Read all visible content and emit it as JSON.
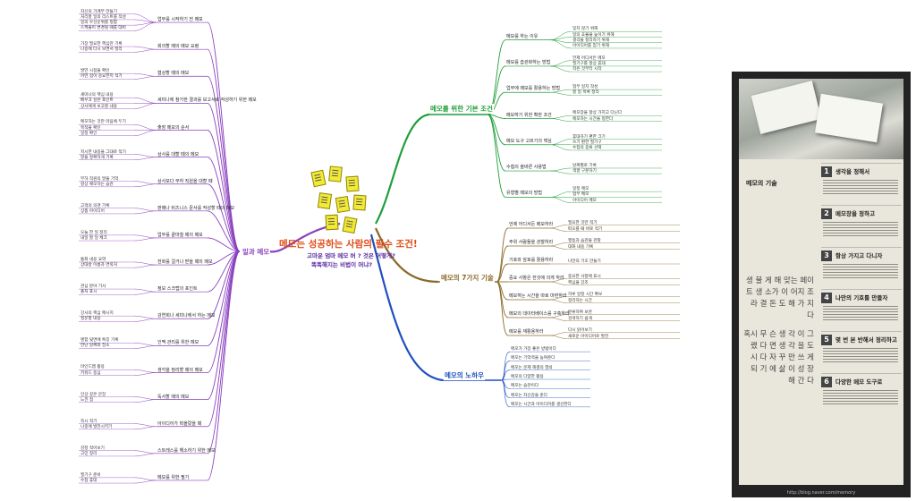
{
  "center": {
    "title": "메모는 성공하는 사람의 필수 조건!",
    "sub1": "고마운 엄마 메모 버 ? 것은 어떻게?",
    "sub2": "똑똑해지는 비법이 머냐?"
  },
  "branches": [
    {
      "name": "일과 메모",
      "color": "#8a3fbf",
      "side": "left"
    },
    {
      "name": "메모를 위한 기본 조건",
      "color": "#1f9e3a",
      "side": "right"
    },
    {
      "name": "메모의 7가지 기술",
      "color": "#8a6a2a",
      "side": "right"
    },
    {
      "name": "메모의 노하우",
      "color": "#1f4fbf",
      "side": "right"
    }
  ],
  "left_groups": [
    {
      "label": "업무를 시작하기 전 메모",
      "items": [
        "자신의 가계부 만들기",
        "처리할 일의 리스트를 작성",
        "일의 우선순위를 정함",
        "스케줄이 변경될 때를 대비"
      ]
    },
    {
      "label": "회의할 때의 메모 요령",
      "items": [
        "가장 필요한 핵심만 기록",
        "나중에 다시 보면서 정리"
      ]
    },
    {
      "label": "협상할 때의 메모",
      "items": [
        "발언 시점을 확인",
        "어떤 점이 중요한지 적기"
      ]
    },
    {
      "label": "세미나에 참가한 결과를 보고서로 작성하기 위한 메모",
      "items": [
        "세미나의 핵심 내용",
        "배우고 싶은 포인트",
        "상사에게 보고할 내용"
      ]
    },
    {
      "label": "출장 메모의 순서",
      "items": [
        "메모하는 것만 마음에 두기",
        "목적을 확인",
        "일정 확인"
      ]
    },
    {
      "label": "상사를 대할 때의 메모",
      "items": [
        "지시한 내용을 그대로 적기",
        "말을 정확하게 기록"
      ]
    },
    {
      "label": "상사보다 부하 직원을 대할 때",
      "items": [
        "부하 직원의 말을 기억",
        "항상 메모하는 습관"
      ]
    },
    {
      "label": "판매나 비즈니스 문서를 작성할 때의 메모",
      "items": [
        "고객의 의견 기록",
        "상품 아이디어"
      ]
    },
    {
      "label": "업무를 끝마칠 때의 메모",
      "items": [
        "오늘 한 일 정리",
        "내일 할 일 체크"
      ]
    },
    {
      "label": "전화를 걸거나 받을 때의 메모",
      "items": [
        "통화 내용 요약",
        "상대방 이름과 연락처"
      ]
    },
    {
      "label": "정보 스크랩의 포인트",
      "items": [
        "관심 분야 기사",
        "출처 표시"
      ]
    },
    {
      "label": "강연회나 세미나에서 하는 메모",
      "items": [
        "강사의 핵심 메시지",
        "질문할 내용"
      ]
    },
    {
      "label": "인맥 관리를 위한 메모",
      "items": [
        "명함 뒷면에 특징 기록",
        "만난 날짜와 장소"
      ]
    },
    {
      "label": "생각을 정리할 때의 메모",
      "items": [
        "마인드맵 활용",
        "키워드 중심"
      ]
    },
    {
      "label": "독서할 때의 메모",
      "items": [
        "인상 깊은 문장",
        "느낀 점"
      ]
    },
    {
      "label": "아이디어가 떠올랐을 때",
      "items": [
        "즉시 적기",
        "나중에 발전시키기"
      ]
    },
    {
      "label": "스트레스를 해소하기 위한 메모",
      "items": [
        "감정 적어보기",
        "고민 정리"
      ]
    },
    {
      "label": "메모를 위한 필기",
      "items": [
        "필기구 준비",
        "수첩 휴대"
      ]
    }
  ],
  "green_groups": [
    {
      "label": "메모를 하는 이유",
      "items": [
        "잊지 않기 위해",
        "일의 효율을 높이기 위해",
        "생각을 정리하기 위해",
        "아이디어를 얻기 위해"
      ]
    },
    {
      "label": "메모를 습관화하는 방법",
      "items": [
        "언제 어디서든 메모",
        "필기구를 항상 휴대",
        "작은 것부터 시작"
      ]
    },
    {
      "label": "업무에 메모를 활용하는 방법",
      "items": [
        "업무 일지 작성",
        "할 일 목록 정리"
      ]
    },
    {
      "label": "메모하기 위한 확한 조건",
      "items": [
        "메모장을 항상 가지고 다닌다",
        "메모하는 시간을 정한다"
      ]
    },
    {
      "label": "메모 도구 고르기의 핵심",
      "items": [
        "휴대하기 편한 크기",
        "쓰기 편한 필기구",
        "수첩의 종류 선택"
      ]
    },
    {
      "label": "수첩의 올바른 사용법",
      "items": [
        "날짜별로 기록",
        "색깔 구분하기"
      ]
    },
    {
      "label": "유형별 메모의 방법",
      "items": [
        "일정 메모",
        "업무 메모",
        "아이디어 메모"
      ]
    }
  ],
  "brown_groups": [
    {
      "label": "언제 어디서든 메모하라",
      "items": [
        "필요한 것만 적기",
        "떠오를 때 바로 적기"
      ]
    },
    {
      "label": "주위 사람들을 관찰하라",
      "items": [
        "행동과 습관을 관찰",
        "대화 내용 기록"
      ]
    },
    {
      "label": "기호와 암호를 활용하라",
      "items": [
        "나만의 기호 만들기"
      ]
    },
    {
      "label": "중요 사항은 한것에 의게 하라",
      "items": [
        "중요한 사항에 표시",
        "핵심을 강조"
      ]
    },
    {
      "label": "메모하는 시간을 따로 마련하라",
      "items": [
        "하루 일정 시간 확보",
        "정리하는 시간"
      ]
    },
    {
      "label": "메모의 데이터베이스를 구축하라",
      "items": [
        "분류하여 보관",
        "검색하기 쉽게"
      ]
    },
    {
      "label": "메모를 재활용하라",
      "items": [
        "다시 읽어보기",
        "새로운 아이디어로 발전"
      ]
    }
  ],
  "blue_items": [
    "메모가 가장 좋은 방법이다",
    "메모는 기억력을 높여준다",
    "메모는 문제 해결의 열쇠",
    "메모의 다양한 활용",
    "메모는 습관이다",
    "메모는 자신감을 준다",
    "메모는 시간과 아이디어를 생산한다"
  ],
  "poster": {
    "small_title": "메모의 기술",
    "quote1": "생 불 게 해 맞는 페이트 생 소가 이 어지 조 라 결 돈 도 해 가 지 다",
    "quote2": "혹시 무 슨 생 각 이 그 랬 다 면 생 각 을 도 시 다 자 꾸 만 쓰 게 되 기 에 삶 이 성 장 해 간 다",
    "items": [
      {
        "num": "1",
        "title": "생각을 정해서"
      },
      {
        "num": "2",
        "title": "메모장을 정하고"
      },
      {
        "num": "3",
        "title": "항상 가지고 다니자"
      },
      {
        "num": "4",
        "title": "나만의 기호를 만들자"
      },
      {
        "num": "5",
        "title": "몇 번 본 반해서 정리하고"
      },
      {
        "num": "6",
        "title": "다양한 메모 도구로"
      }
    ],
    "url": "http://blog.naver.com/memory"
  },
  "icons": {
    "center": "sticky-notes-icon"
  }
}
